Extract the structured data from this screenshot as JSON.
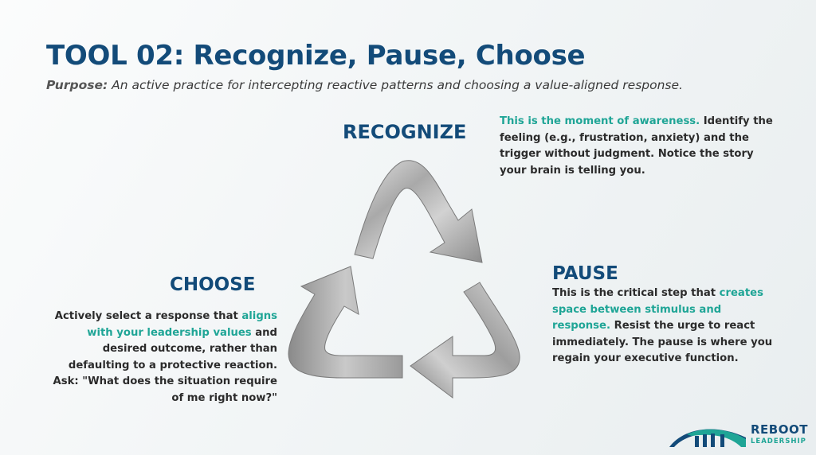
{
  "header": {
    "title": "TOOL 02: Recognize, Pause, Choose",
    "purpose_label": "Purpose:",
    "purpose_text": " An active practice for intercepting reactive patterns and choosing a value-aligned response."
  },
  "steps": {
    "recognize": {
      "heading": "RECOGNIZE",
      "highlight": "This is the moment of awareness.",
      "text": " Identify the feeling (e.g., frustration, anxiety) and the trigger without judgment. Notice the story your brain is telling you."
    },
    "pause": {
      "heading": "PAUSE",
      "text_before": "This is the critical step that ",
      "highlight": "creates space between stimulus and response.",
      "text_after": " Resist the urge to react immediately. The pause is where you regain your executive function."
    },
    "choose": {
      "heading": "CHOOSE",
      "text_before": "Actively select a response that ",
      "highlight": "aligns with your leadership values",
      "text_after": " and desired outcome, rather than defaulting to a protective reaction. Ask: \"What does the situation require of me right now?\""
    }
  },
  "diagram": {
    "icon": "recycle-arrows-icon",
    "direction": "clockwise"
  },
  "logo": {
    "line1": "REBOOT",
    "line2": "LEADERSHIP",
    "icon": "bridge-icon"
  },
  "colors": {
    "primary": "#134b79",
    "accent": "#1fa596",
    "text": "#2b2b2b"
  }
}
